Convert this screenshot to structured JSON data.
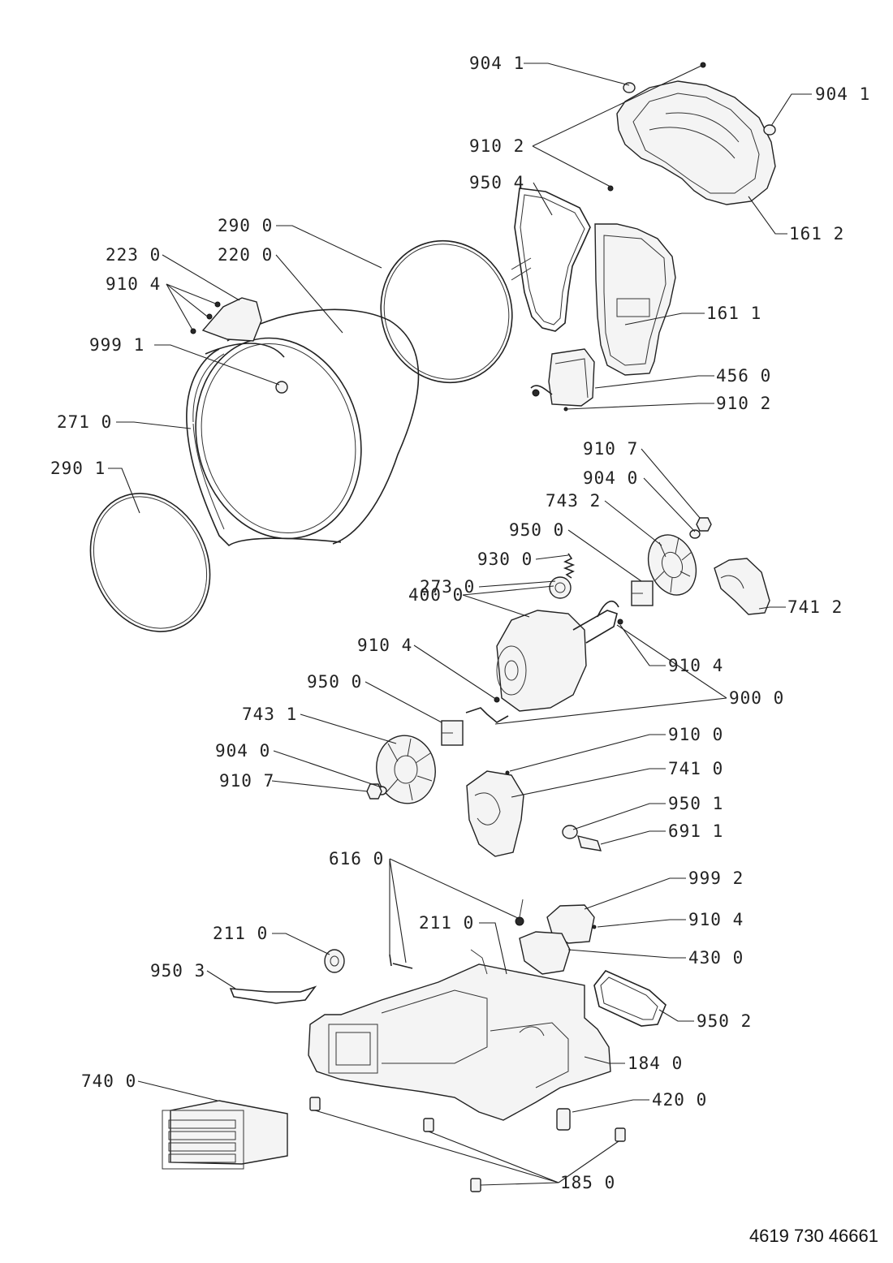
{
  "document_number": "4619 730 46661",
  "labels": [
    {
      "id": "904_1_top",
      "text": "904 1"
    },
    {
      "id": "904_1_right",
      "text": "904 1"
    },
    {
      "id": "910_2_top",
      "text": "910 2"
    },
    {
      "id": "950_4",
      "text": "950 4"
    },
    {
      "id": "161_2",
      "text": "161 2"
    },
    {
      "id": "290_0",
      "text": "290 0"
    },
    {
      "id": "223_0",
      "text": "223 0"
    },
    {
      "id": "220_0",
      "text": "220 0"
    },
    {
      "id": "910_4_a",
      "text": "910 4"
    },
    {
      "id": "161_1",
      "text": "161 1"
    },
    {
      "id": "999_1",
      "text": "999 1"
    },
    {
      "id": "456_0",
      "text": "456 0"
    },
    {
      "id": "910_2_mid",
      "text": "910 2"
    },
    {
      "id": "271_0",
      "text": "271 0"
    },
    {
      "id": "910_7_right",
      "text": "910 7"
    },
    {
      "id": "290_1",
      "text": "290 1"
    },
    {
      "id": "904_0_right",
      "text": "904 0"
    },
    {
      "id": "743_2",
      "text": "743 2"
    },
    {
      "id": "950_0_right",
      "text": "950 0"
    },
    {
      "id": "930_0",
      "text": "930 0"
    },
    {
      "id": "273_0",
      "text": "273 0"
    },
    {
      "id": "741_2",
      "text": "741 2"
    },
    {
      "id": "400_0",
      "text": "400 0"
    },
    {
      "id": "910_4_b",
      "text": "910 4"
    },
    {
      "id": "910_4_c",
      "text": "910 4"
    },
    {
      "id": "950_0_left",
      "text": "950 0"
    },
    {
      "id": "900_0",
      "text": "900 0"
    },
    {
      "id": "743_1",
      "text": "743 1"
    },
    {
      "id": "910_0",
      "text": "910 0"
    },
    {
      "id": "904_0_left",
      "text": "904 0"
    },
    {
      "id": "741_0",
      "text": "741 0"
    },
    {
      "id": "910_7_left",
      "text": "910 7"
    },
    {
      "id": "950_1",
      "text": "950 1"
    },
    {
      "id": "691_1",
      "text": "691 1"
    },
    {
      "id": "616_0",
      "text": "616 0"
    },
    {
      "id": "999_2",
      "text": "999 2"
    },
    {
      "id": "910_4_d",
      "text": "910 4"
    },
    {
      "id": "211_0_left",
      "text": "211 0"
    },
    {
      "id": "211_0_mid",
      "text": "211 0"
    },
    {
      "id": "430_0",
      "text": "430 0"
    },
    {
      "id": "950_3",
      "text": "950 3"
    },
    {
      "id": "950_2",
      "text": "950 2"
    },
    {
      "id": "184_0",
      "text": "184 0"
    },
    {
      "id": "740_0",
      "text": "740 0"
    },
    {
      "id": "420_0",
      "text": "420 0"
    },
    {
      "id": "185_0",
      "text": "185 0"
    }
  ]
}
